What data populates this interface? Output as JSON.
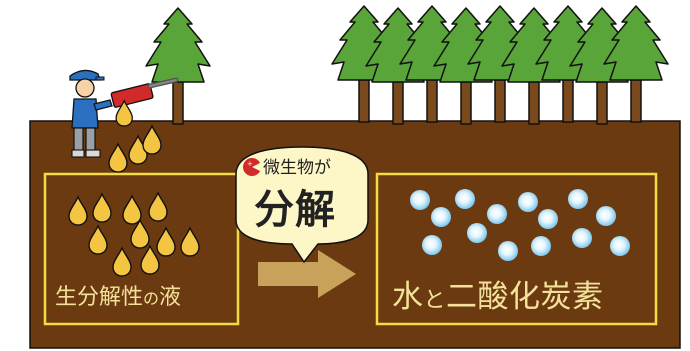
{
  "left_box": {
    "label_main": "生分解性",
    "label_particle": "の",
    "label_end": "液"
  },
  "right_box": {
    "label_a": "水",
    "label_particle": "と",
    "label_b": "二酸化炭素"
  },
  "bubble": {
    "line1": "微生物が",
    "line2": "分解"
  },
  "colors": {
    "soil": "#6b3a10",
    "box_border": "#f1dc45",
    "label_text": "#f5e29a",
    "droplet": "#f4c542",
    "bubble_fill": "#fdf7c8",
    "arrow": "#c8a25a",
    "water_bubble": "#9fd8f3",
    "tree_leaves": "#5aa53a",
    "trunk": "#7a4a1c"
  },
  "icons": [
    "tree-icon",
    "farmer-icon",
    "sprayer-icon",
    "droplet-icon",
    "microbe-icon",
    "arrow-right-icon",
    "water-bubble-icon"
  ]
}
